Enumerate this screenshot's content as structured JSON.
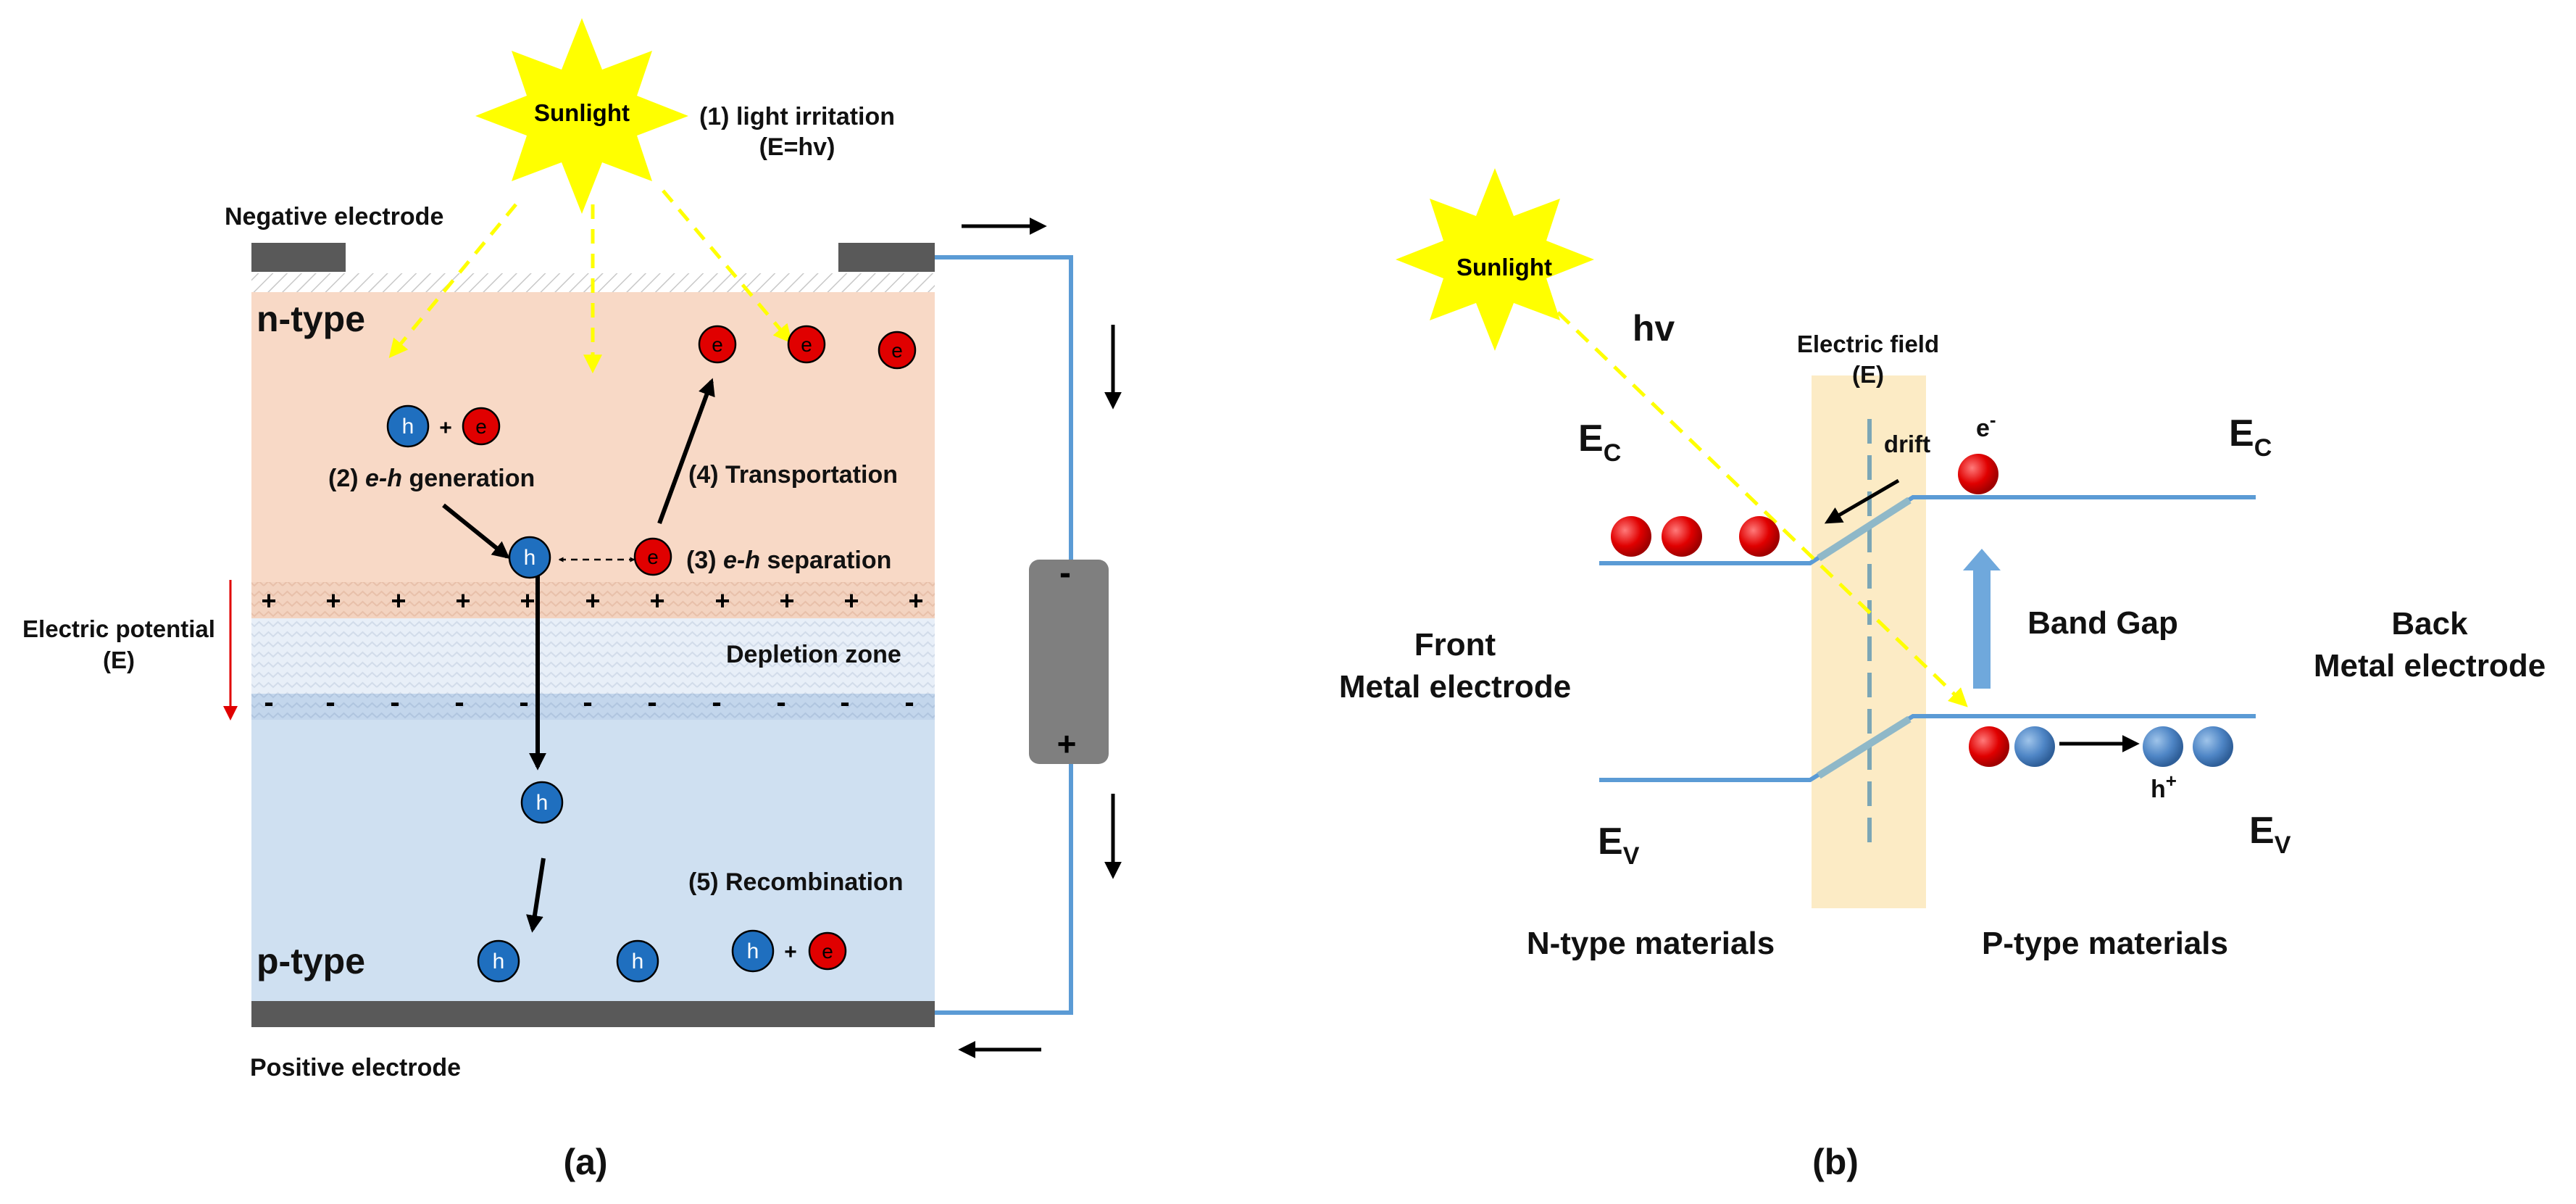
{
  "panel_a": {
    "sunlight": "Sunlight",
    "light_irritation": "(1) light irritation",
    "energy": "(E=hv)",
    "negative_electrode": "Negative electrode",
    "positive_electrode": "Positive electrode",
    "n_type": "n-type",
    "p_type": "p-type",
    "generation_num": "(2)",
    "generation_eh": "e-h",
    "generation_word": "generation",
    "transportation": "(4) Transportation",
    "separation_num": "(3)",
    "separation_eh": "e-h",
    "separation_word": "separation",
    "electric_potential": "Electric potential",
    "electric_potential_sym": "(E)",
    "depletion_zone": "Depletion zone",
    "recombination": "(5) Recombination",
    "plus": "+",
    "minus": "-",
    "battery_minus": "-",
    "battery_plus": "+",
    "hole": "h",
    "electron": "e",
    "caption": "(a)"
  },
  "panel_b": {
    "sunlight": "Sunlight",
    "hv": "hv",
    "electric_field": "Electric field",
    "electric_field_sym": "(E)",
    "drift": "drift",
    "ec": "E",
    "ec_sub": "C",
    "ev": "E",
    "ev_sub": "V",
    "e_minus": "e",
    "e_minus_sup": "-",
    "band_gap": "Band Gap",
    "front_line1": "Front",
    "front_line2": "Metal electrode",
    "back_line1": "Back",
    "back_line2": "Metal electrode",
    "h_plus": "h",
    "h_plus_sup": "+",
    "n_materials": "N-type materials",
    "p_materials": "P-type materials",
    "caption": "(b)"
  },
  "colors": {
    "n_region": "#f8d9c6",
    "p_region": "#cfe0f1",
    "depletion": "#e6eef8",
    "electrode": "#595959",
    "wire": "#5b9bd5",
    "hole": "#1f6fbf",
    "electron": "#e00000",
    "sun": "#ffff00",
    "light_ray": "#ffff00",
    "band_line": "#5b9bd5",
    "field_region": "#fcebc5",
    "band_gap_arrow": "#6fa8dc"
  }
}
